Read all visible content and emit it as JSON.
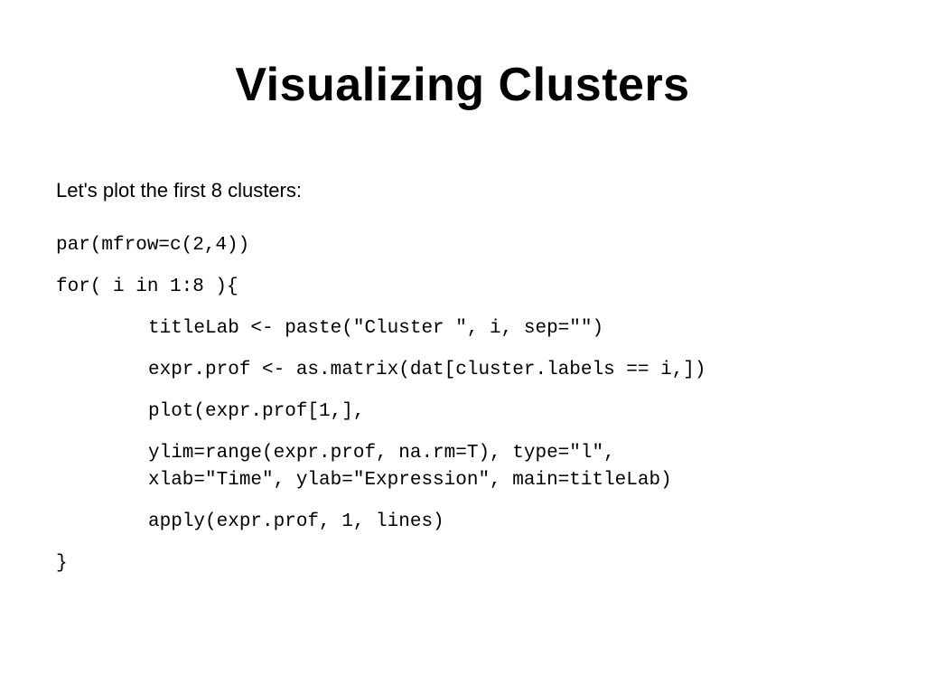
{
  "slide": {
    "title": "Visualizing Clusters",
    "intro": "Let's plot the first 8 clusters:",
    "code_lines": [
      {
        "text": "par(mfrow=c(2,4))",
        "indent": false
      },
      {
        "text": "for( i in 1:8 ){",
        "indent": false
      },
      {
        "text": "titleLab <- paste(\"Cluster \", i, sep=\"\")",
        "indent": true
      },
      {
        "text": "expr.prof <- as.matrix(dat[cluster.labels == i,])",
        "indent": true
      },
      {
        "text": "plot(expr.prof[1,],",
        "indent": true
      },
      {
        "text": "ylim=range(expr.prof, na.rm=T), type=\"l\",\nxlab=\"Time\", ylab=\"Expression\", main=titleLab)",
        "indent": true
      },
      {
        "text": "apply(expr.prof, 1, lines)",
        "indent": true
      },
      {
        "text": "}",
        "indent": false
      }
    ]
  }
}
